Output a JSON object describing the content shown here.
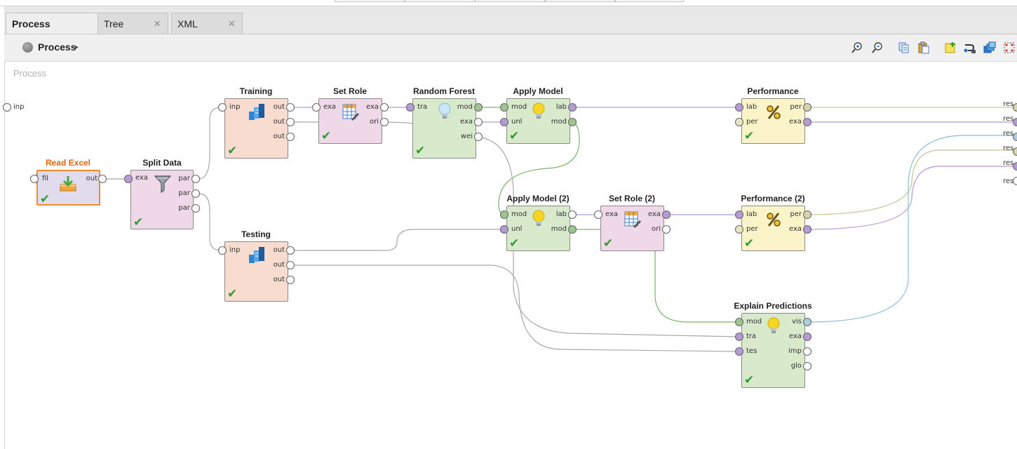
{
  "tabs": [
    {
      "label": "Process",
      "active": true,
      "closable": false
    },
    {
      "label": "Tree",
      "active": false,
      "closable": true
    },
    {
      "label": "XML",
      "active": false,
      "closable": true
    }
  ],
  "tab_close_glyph": "×",
  "breadcrumb": {
    "label": "Process",
    "arrow": "▸"
  },
  "toolbar_icons": [
    "zoom-in-icon",
    "zoom-out-icon",
    "copy-icon",
    "paste-icon",
    "add-note-icon",
    "auto-wire-icon",
    "layers-icon",
    "fit-selection-icon"
  ],
  "canvas": {
    "title": "Process"
  },
  "process_ports": {
    "input": "inp",
    "results": [
      "res",
      "res",
      "res",
      "res",
      "res",
      "res"
    ]
  },
  "operators": {
    "read_excel": {
      "title": "Read Excel",
      "in": [
        "fil"
      ],
      "out": [
        "out"
      ],
      "icon": "import-icon"
    },
    "split_data": {
      "title": "Split Data",
      "in": [
        "exa"
      ],
      "out": [
        "par",
        "par",
        "par"
      ],
      "icon": "filter-icon"
    },
    "training": {
      "title": "Training",
      "in": [
        "inp"
      ],
      "out": [
        "out",
        "out",
        "out"
      ],
      "icon": "subprocess-icon"
    },
    "testing": {
      "title": "Testing",
      "in": [
        "inp"
      ],
      "out": [
        "out",
        "out",
        "out"
      ],
      "icon": "subprocess-icon"
    },
    "set_role": {
      "title": "Set Role",
      "in": [
        "exa"
      ],
      "out": [
        "exa",
        "ori"
      ],
      "icon": "table-edit-icon"
    },
    "random_forest": {
      "title": "Random Forest",
      "in": [
        "tra"
      ],
      "out": [
        "mod",
        "exa",
        "wei"
      ],
      "icon": "lightbulb-icon"
    },
    "apply_model": {
      "title": "Apply Model",
      "in": [
        "mod",
        "unl"
      ],
      "out": [
        "lab",
        "mod"
      ],
      "icon": "lightbulb-icon"
    },
    "apply_model_2": {
      "title": "Apply Model (2)",
      "in": [
        "mod",
        "unl"
      ],
      "out": [
        "lab",
        "mod"
      ],
      "icon": "lightbulb-icon"
    },
    "set_role_2": {
      "title": "Set Role (2)",
      "in": [
        "exa"
      ],
      "out": [
        "exa",
        "ori"
      ],
      "icon": "table-edit-icon"
    },
    "performance": {
      "title": "Performance",
      "in": [
        "lab",
        "per"
      ],
      "out": [
        "per",
        "exa"
      ],
      "icon": "percent-icon"
    },
    "performance_2": {
      "title": "Performance (2)",
      "in": [
        "lab",
        "per"
      ],
      "out": [
        "per",
        "exa"
      ],
      "icon": "percent-icon"
    },
    "explain_predictions": {
      "title": "Explain Predictions",
      "in": [
        "mod",
        "tra",
        "tes"
      ],
      "out": [
        "vis",
        "exa",
        "imp",
        "glo"
      ],
      "icon": "lightbulb-icon"
    }
  },
  "status_check_glyph": "✔",
  "colors": {
    "subprocess_fill": "#f8dccf",
    "data_fill": "#efd9e8",
    "model_fill": "#d9eacc",
    "perf_fill": "#fbf4c8",
    "import_fill": "#e0dced",
    "error_title": "#e8650e",
    "wire_example": "#b59ad6",
    "wire_model": "#7ab56a",
    "wire_perf": "#c7c49a",
    "wire_vis": "#8cc0d1",
    "wire_plain": "#a9a9a9",
    "success_check": "#2f9c2f"
  }
}
